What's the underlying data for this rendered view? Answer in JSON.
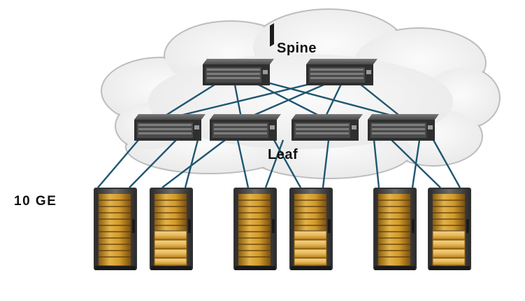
{
  "labels": {
    "spine": "Spine",
    "leaf": "Leaf",
    "speed": "10 GE"
  },
  "nodes": {
    "spine_switches": [
      "spine-1",
      "spine-2"
    ],
    "leaf_switches": [
      "leaf-1",
      "leaf-2",
      "leaf-3",
      "leaf-4"
    ],
    "server_racks": [
      {
        "id": "rack-1",
        "style": "blade"
      },
      {
        "id": "rack-2",
        "style": "storage"
      },
      {
        "id": "rack-3",
        "style": "blade"
      },
      {
        "id": "rack-4",
        "style": "storage"
      },
      {
        "id": "rack-5",
        "style": "blade"
      },
      {
        "id": "rack-6",
        "style": "storage"
      }
    ]
  },
  "colors": {
    "link": "#1f5670",
    "cloud_fill": "#f5f5f5",
    "cloud_stroke": "#bdbdbd",
    "switch_body": "#3c3c3c",
    "rack_gold": "#d09a2a"
  }
}
